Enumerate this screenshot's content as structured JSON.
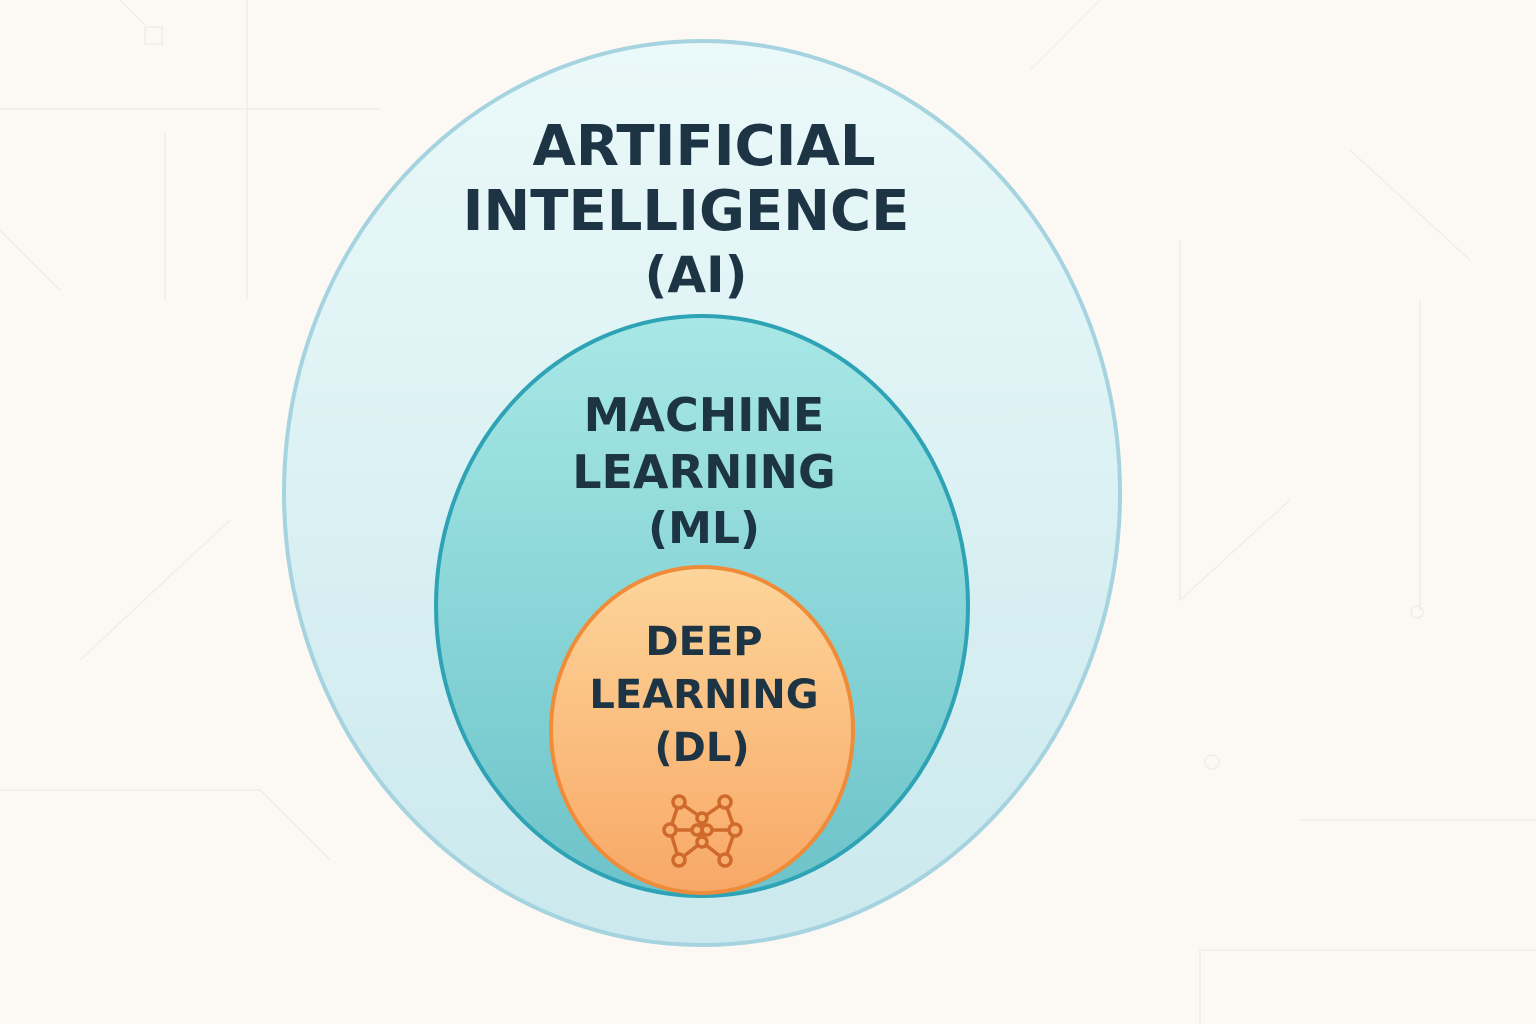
{
  "ai": {
    "lines": [
      "ARTIFICIAL",
      "INTELLIGENCE",
      "(AI)"
    ]
  },
  "ml": {
    "lines": [
      "MACHINE",
      "LEARNING",
      "(ML)"
    ]
  },
  "dl": {
    "lines": [
      "DEEP",
      "LEARNING",
      "(DL)"
    ],
    "icon": "neural-network-icon"
  },
  "colors": {
    "background": "#fcf9f4",
    "ai_fill": "#e3f6f7",
    "ai_stroke": "#a5d3df",
    "ml_fill": "#93dcdc",
    "ml_stroke": "#2ea3b5",
    "dl_fill": "#fbbf7a",
    "dl_stroke": "#ee8c3a",
    "text": "#1c3443",
    "icon": "#d0692c"
  }
}
